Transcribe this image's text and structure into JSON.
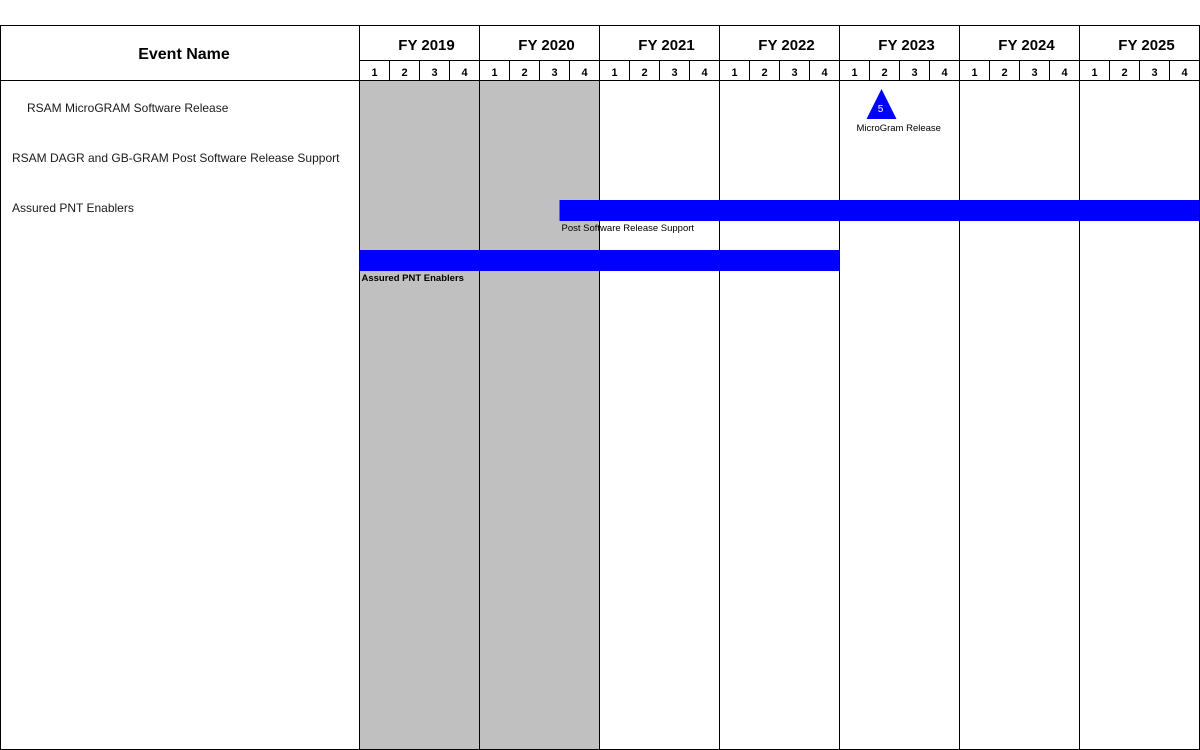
{
  "chart_data": {
    "type": "gantt",
    "header": {
      "event_column_title": "Event Name"
    },
    "fiscal_years": [
      "FY 2019",
      "FY 2020",
      "FY 2021",
      "FY 2022",
      "FY 2023",
      "FY 2024",
      "FY 2025"
    ],
    "quarters": [
      "1",
      "2",
      "3",
      "4"
    ],
    "shaded_years": [
      "FY 2019",
      "FY 2020"
    ],
    "colors": {
      "bar": "#0000ff",
      "milestone": "#0000ff",
      "shade": "#c0c0c0",
      "grid": "#000000"
    },
    "events": [
      {
        "name": "RSAM MicroGRAM Software Release",
        "indent": true,
        "kind": "milestone",
        "date": {
          "fy": "FY 2023",
          "quarter": 2
        },
        "marker_number": "5",
        "label": "MicroGram Release"
      },
      {
        "name": "RSAM DAGR and GB-GRAM Post Software Release Support",
        "indent": false,
        "kind": "bar",
        "start": {
          "fy": "FY 2020",
          "quarter": 4
        },
        "end": {
          "fy": "FY 2025",
          "quarter": 4
        },
        "label": "Post Software Release Support",
        "label_bold": false
      },
      {
        "name": "Assured PNT Enablers",
        "indent": false,
        "kind": "bar",
        "start": {
          "fy": "FY 2019",
          "quarter": 1
        },
        "end": {
          "fy": "FY 2022",
          "quarter": 4
        },
        "label": "Assured PNT Enablers",
        "label_bold": true
      }
    ]
  }
}
